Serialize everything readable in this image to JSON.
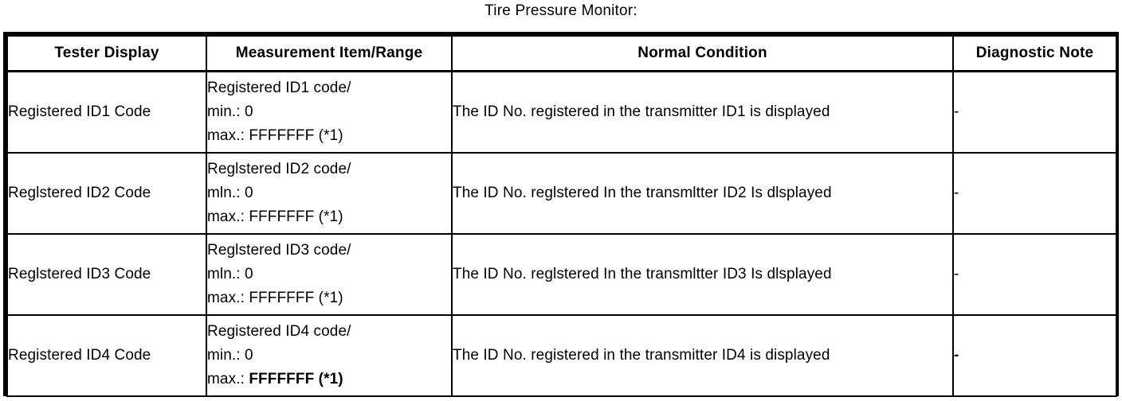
{
  "document": {
    "title": "Tire Pressure Monitor:"
  },
  "table": {
    "headers": [
      {
        "label": "Tester Display"
      },
      {
        "label": "Measurement Item/Range"
      },
      {
        "label": "Normal Condition"
      },
      {
        "label": "Diagnostic Note"
      }
    ],
    "rows": [
      {
        "tester_display": "Registered ID1 Code",
        "measurement_item": "Registered ID1 code/",
        "measurement_min": "min.: 0",
        "measurement_max_prefix": "max.: ",
        "measurement_max_value": "FFFFFFF (*1)",
        "normal_condition": "The ID No. registered in the transmitter ID1 is displayed",
        "diagnostic_note": "-"
      },
      {
        "tester_display": "Reglstered ID2 Code",
        "measurement_item": "Reglstered ID2 code/",
        "measurement_min": "mln.: 0",
        "measurement_max_prefix": "max.: ",
        "measurement_max_value": "FFFFFFF (*1)",
        "normal_condition": "The ID No. reglstered In the transmltter ID2 Is dlsplayed",
        "diagnostic_note": "-"
      },
      {
        "tester_display": "Reglstered ID3 Code",
        "measurement_item": "Reglstered ID3 code/",
        "measurement_min": "mln.: 0",
        "measurement_max_prefix": "max.: ",
        "measurement_max_value": "FFFFFFF (*1)",
        "normal_condition": "The ID No. reglstered In the transmltter ID3 Is dlsplayed",
        "diagnostic_note": "-"
      },
      {
        "tester_display": "Registered ID4 Code",
        "measurement_item": "Registered ID4 code/",
        "measurement_min": "min.: 0",
        "measurement_max_prefix": "max.: ",
        "measurement_max_value": "FFFFFFF (*1)",
        "normal_condition": "The ID No. registered in the transmitter ID4 is displayed",
        "diagnostic_note": "-"
      }
    ]
  },
  "colors": {
    "text": "#000000",
    "background": "#ffffff",
    "border": "#000000"
  }
}
